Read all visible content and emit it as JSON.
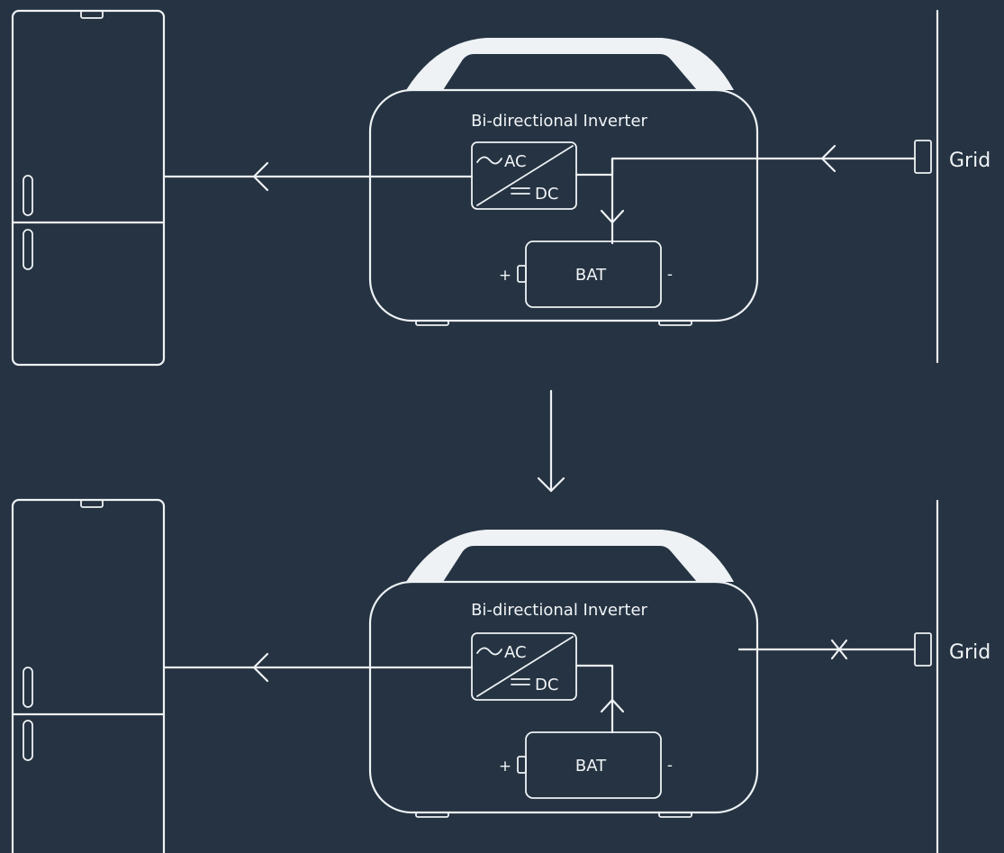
{
  "panels": [
    {
      "id": "grid-connected",
      "inverter_title": "Bi-directional Inverter",
      "ac_label": "AC",
      "dc_label": "DC",
      "battery_label": "BAT",
      "battery_plus": "+",
      "battery_minus": "-",
      "grid_label": "Grid",
      "grid_connected": true
    },
    {
      "id": "grid-disconnected",
      "inverter_title": "Bi-directional Inverter",
      "ac_label": "AC",
      "dc_label": "DC",
      "battery_label": "BAT",
      "battery_plus": "+",
      "battery_minus": "-",
      "grid_label": "Grid",
      "grid_connected": false
    }
  ],
  "colors": {
    "background": "#253342",
    "line": "#eef2f5"
  }
}
